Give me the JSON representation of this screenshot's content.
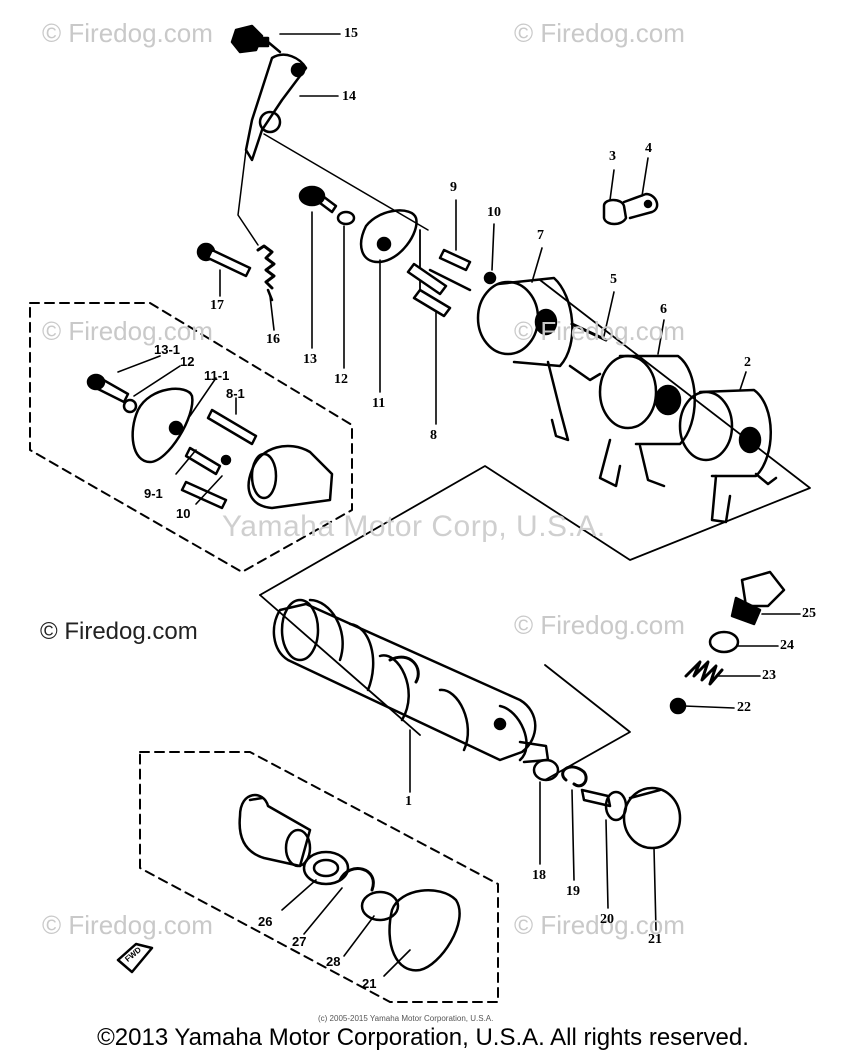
{
  "watermarks": {
    "firedog_faint": "© Firedog.com",
    "firedog_dark": "© Firedog.com",
    "center": "Yamaha Motor Corp, U.S.A."
  },
  "small_copyright": "(c) 2005-2015 Yamaha Motor Corporation, U.S.A.",
  "footer": "©2013 Yamaha Motor Corporation, U.S.A. All rights reserved.",
  "part_labels": {
    "p1": "1",
    "p2": "2",
    "p3": "3",
    "p4": "4",
    "p5": "5",
    "p6": "6",
    "p7": "7",
    "p8": "8",
    "p9": "9",
    "p10": "10",
    "p11": "11",
    "p12": "12",
    "p13": "13",
    "p14": "14",
    "p15": "15",
    "p16": "16",
    "p17": "17",
    "p18": "18",
    "p19": "19",
    "p20": "20",
    "p21": "21",
    "p22": "22",
    "p23": "23",
    "p24": "24",
    "p25": "25",
    "inset_13": "13-1",
    "inset_12": "12",
    "inset_11": "11-1",
    "inset_8": "8-1",
    "inset_9": "9-1",
    "inset_10": "10",
    "inset_26": "26",
    "inset_27": "27",
    "inset_28": "28",
    "inset_21": "21"
  },
  "fwd_marker": "FWD"
}
